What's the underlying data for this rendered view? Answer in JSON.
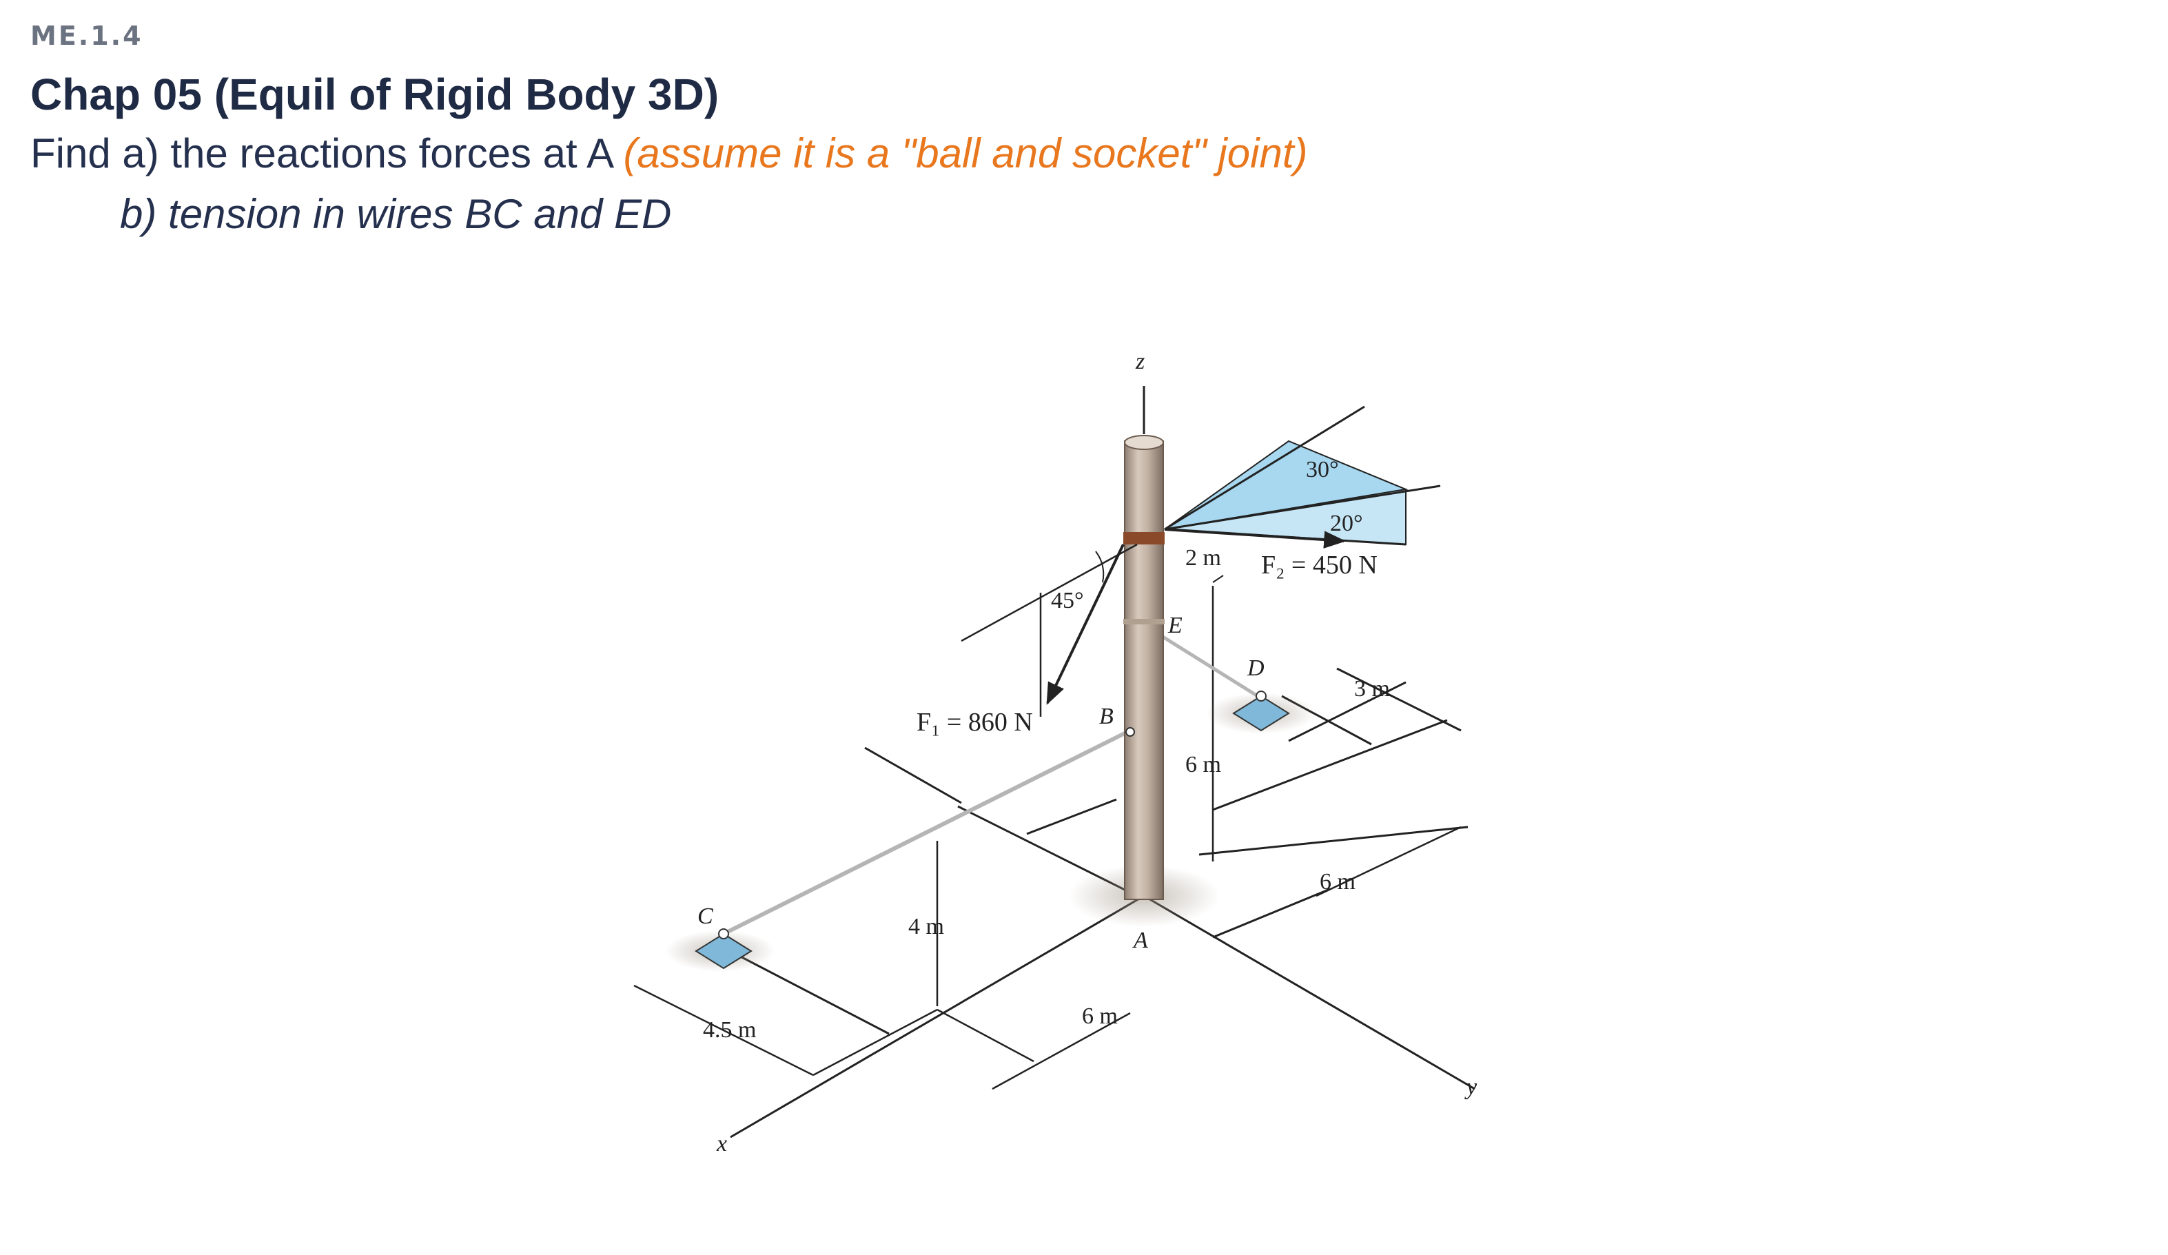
{
  "header": {
    "code": "ME.1.4",
    "title": "Chap 05 (Equil of Rigid Body 3D)",
    "line1": "Find a) the reactions forces at A ",
    "line1_hint": "(assume it is a \"ball and socket\" joint)",
    "line2": "b) tension in wires BC and ED"
  },
  "figure": {
    "labels": {
      "z": "z",
      "x": "x",
      "y": "y",
      "A": "A",
      "B": "B",
      "C": "C",
      "D": "D",
      "E": "E",
      "F1": "F₁ = 860 N",
      "F2": "F₂ = 450 N",
      "angle45": "45°",
      "angle30": "30°",
      "angle20": "20°",
      "d_2m": "2 m",
      "d_3m": "3 m",
      "d_6m_pole": "6 m",
      "d_6m_right": "6 m",
      "d_4m": "4 m",
      "d_6m_bottom": "6 m",
      "d_4_5m": "4.5 m"
    },
    "colors": {
      "pole": "#b9a99b",
      "pole_band": "#8a4a2a",
      "cone": "#a7d8f0",
      "support": "#7fb8d8"
    }
  }
}
